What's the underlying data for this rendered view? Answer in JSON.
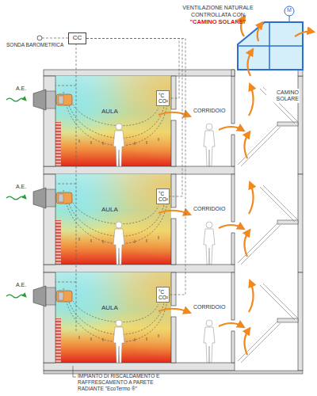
{
  "diagram": {
    "nodes": [
      {
        "text": [
          "CC"
        ]
      },
      {
        "text": [
          "AULA"
        ]
      },
      {
        "text": [
          "°C CO²"
        ],
        "in": 1
      },
      {
        "text": [
          "CORRIDOIO"
        ]
      },
      {
        "text": [
          "AULA"
        ]
      },
      {
        "text": [
          "°C CO²"
        ],
        "in": 4
      },
      {
        "text": [
          "CORRIDOIO"
        ]
      },
      {
        "text": [
          "AULA"
        ]
      },
      {
        "text": [
          "°C CO²"
        ],
        "in": 7
      },
      {
        "text": [
          "CORRIDOIO"
        ]
      },
      {
        "text": [
          "CAMINO SOLARE"
        ]
      }
    ],
    "edges": [
      {
        "from": 0,
        "to": 2,
        "arrow": "none"
      },
      {
        "from": 0,
        "to": 5,
        "arrow": "none"
      },
      {
        "from": 0,
        "to": 8,
        "arrow": "none"
      }
    ],
    "labels": [
      "VENTILAZIONE NATURALE",
      "CONTROLLATA CON",
      "\"CAMINO SOLARE\"",
      "SONDA BAROMETRICA",
      "A.E.",
      "A.E.",
      "A.E.",
      "M",
      "IMPIANTO DI RISCALDAMENTO E RAFFRESCAMENTO A PARETE RADIANTE \"EcoTermo ®\""
    ]
  }
}
